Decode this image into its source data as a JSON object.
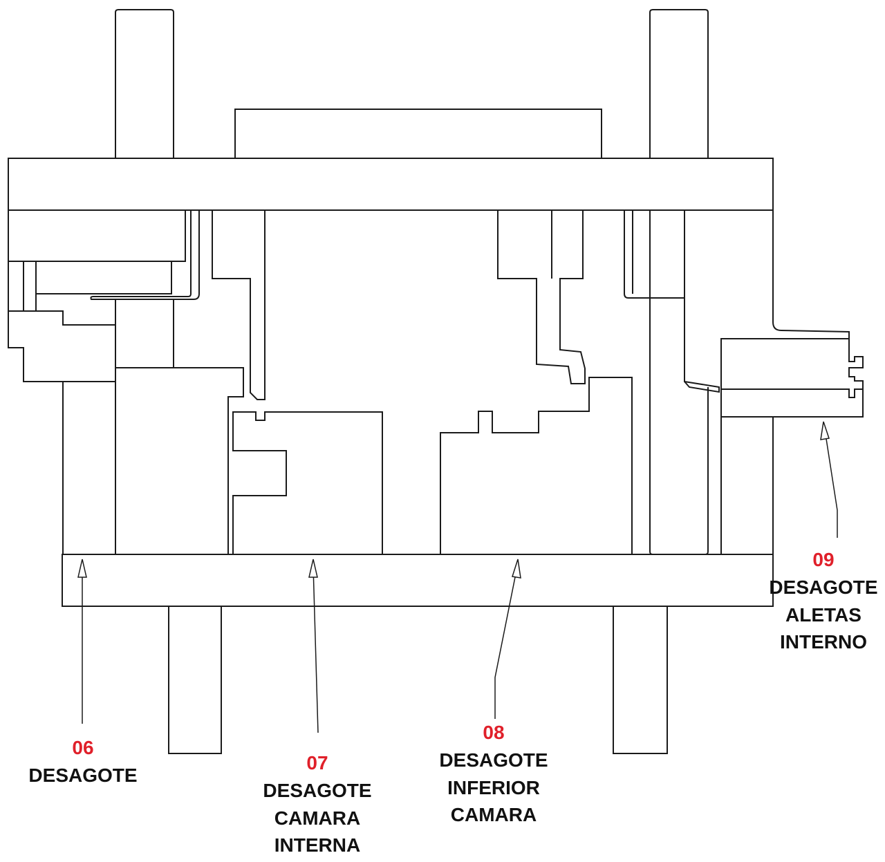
{
  "colors": {
    "number": "#e0202a",
    "text": "#111111",
    "line": "#1a1a1a"
  },
  "callouts": [
    {
      "number": "06",
      "lines": [
        "DESAGOTE"
      ]
    },
    {
      "number": "07",
      "lines": [
        "DESAGOTE",
        "CAMARA",
        "INTERNA"
      ]
    },
    {
      "number": "08",
      "lines": [
        "DESAGOTE",
        "INFERIOR",
        "CAMARA"
      ]
    },
    {
      "number": "09",
      "lines": [
        "DESAGOTE",
        "ALETAS",
        "INTERNO"
      ]
    }
  ]
}
